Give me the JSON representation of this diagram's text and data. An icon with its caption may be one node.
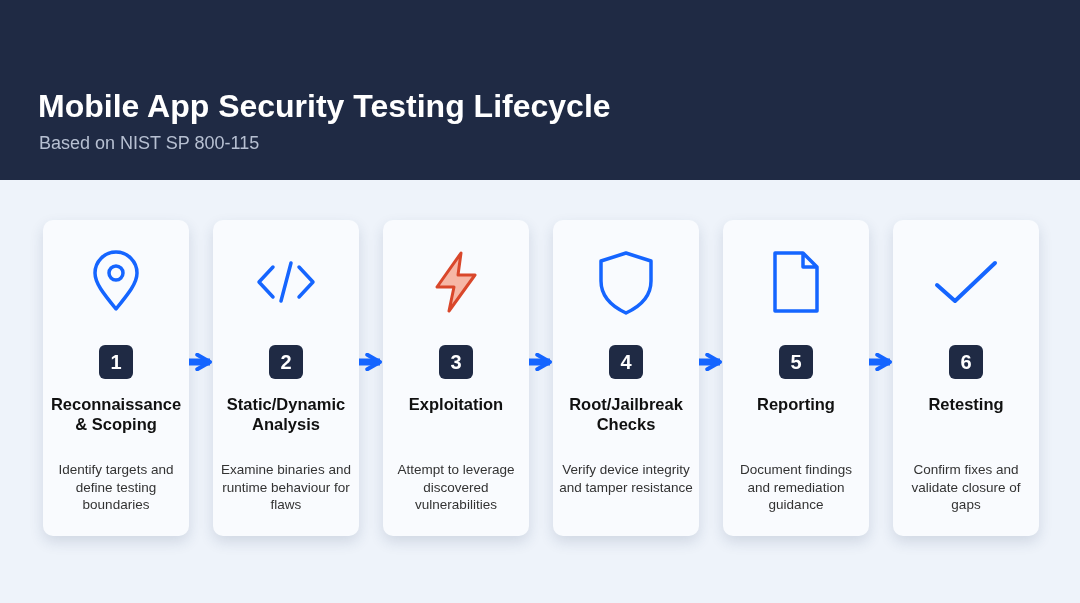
{
  "diagram": {
    "title": "Mobile App Security Testing Lifecycle",
    "caption": "Based on NIST SP 800-115",
    "nodes": [
      {
        "text": [
          "1",
          "Reconnaissance & Scoping",
          "Identify targets and define testing boundaries"
        ]
      },
      {
        "text": [
          "2",
          "Static/Dynamic Analysis",
          "Examine binaries and runtime behaviour for flaws"
        ]
      },
      {
        "text": [
          "3",
          "Exploitation",
          "Attempt to leverage discovered vulnerabilities"
        ]
      },
      {
        "text": [
          "4",
          "Root/Jailbreak Checks",
          "Verify device integrity and tamper resistance"
        ]
      },
      {
        "text": [
          "5",
          "Reporting",
          "Document findings and remediation guidance"
        ]
      },
      {
        "text": [
          "6",
          "Retesting",
          "Confirm fixes and validate closure of gaps"
        ]
      }
    ],
    "edges": [
      {
        "from": 0,
        "to": 1,
        "arrow": "to"
      },
      {
        "from": 1,
        "to": 2,
        "arrow": "to"
      },
      {
        "from": 2,
        "to": 3,
        "arrow": "to"
      },
      {
        "from": 3,
        "to": 4,
        "arrow": "to"
      },
      {
        "from": 4,
        "to": 5,
        "arrow": "to"
      }
    ]
  }
}
